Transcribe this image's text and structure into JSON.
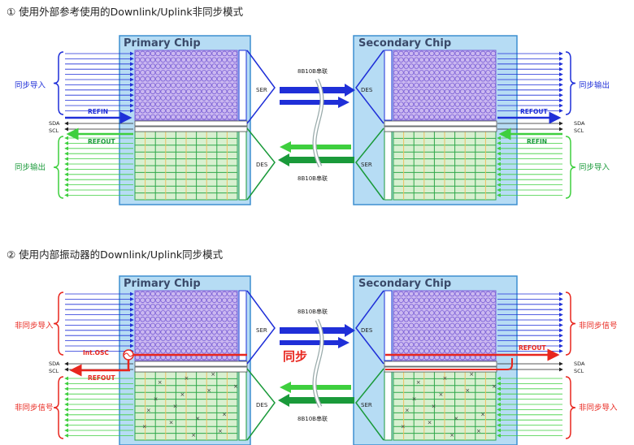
{
  "sections": [
    {
      "title": "① 使用外部参考使用的Downlink/Uplink非同步模式",
      "primary_chip": "Primary Chip",
      "secondary_chip": "Secondary Chip",
      "ser": "SER",
      "des": "DES",
      "link_top": "8B10B串联",
      "link_bottom": "8B10B串联",
      "left_upper_label": "同步导入",
      "left_lower_label": "同步输出",
      "right_upper_label": "同步输出",
      "right_lower_label": "同步导入",
      "left_ref": "REFIN",
      "left_ref2": "REFOUT",
      "right_ref": "REFOUT",
      "right_ref2": "REFIN",
      "sda": "SDA",
      "scl": "SCL"
    },
    {
      "title": "② 使用内部振动器的Downlink/Uplink同步模式",
      "primary_chip": "Primary Chip",
      "secondary_chip": "Secondary Chip",
      "ser": "SER",
      "des": "DES",
      "link_top": "8B10B串联",
      "link_bottom": "8B10B串联",
      "left_upper_label": "非同步导入",
      "left_lower_label": "非同步信号",
      "right_upper_label": "非同步信号",
      "right_lower_label": "非同步导入",
      "int_osc": "Int.OSC",
      "left_ref2": "REFOUT",
      "right_ref": "REFOUT",
      "sync": "同步",
      "sda": "SDA",
      "scl": "SCL"
    }
  ],
  "colors": {
    "blue": "#1f2fd8",
    "green": "#3ecf3e",
    "dark_green": "#1a9a3a",
    "red": "#e8261e",
    "chip_fill": "#b6dcf4",
    "chip_border": "#3d8fd0",
    "grid_blue": "#7a5fd6",
    "grid_green": "#2fa84a",
    "grid_line": "#f0c060"
  }
}
